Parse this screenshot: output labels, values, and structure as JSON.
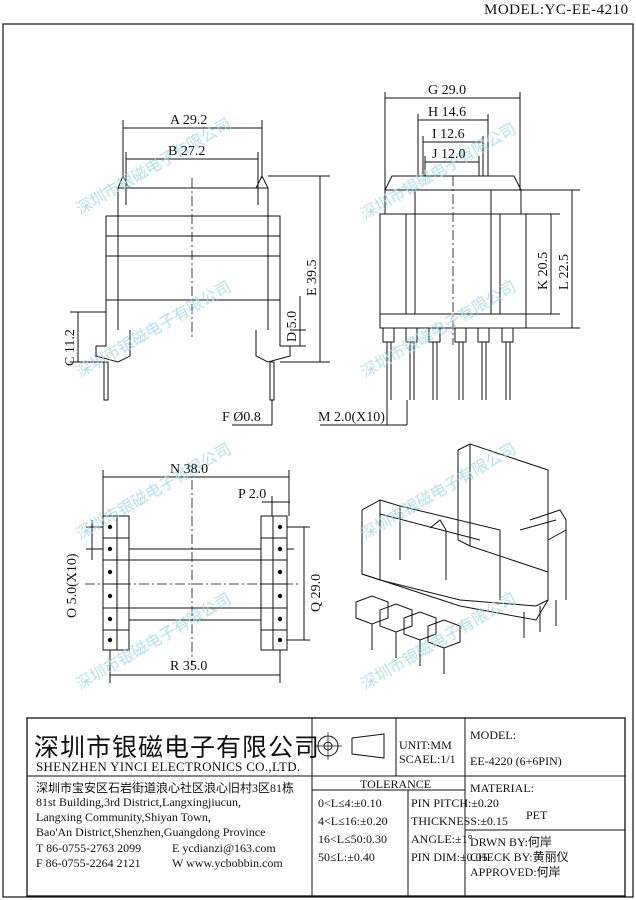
{
  "header": {
    "model": "MODEL:YC-EE-4210"
  },
  "dimensions": {
    "a": "A 29.2",
    "b": "B 27.2",
    "c": "C 11.2",
    "d": "D 5.0",
    "e": "E 39.5",
    "f": "F Ø0.8",
    "g": "G 29.0",
    "h": "H 14.6",
    "i": "I 12.6",
    "j": "J 12.0",
    "k": "K 20.5",
    "l": "L 22.5",
    "m": "M 2.0(X10)",
    "n": "N 38.0",
    "o": "O 5.0(X10)",
    "p": "P 2.0",
    "q": "Q 29.0",
    "r": "R 35.0"
  },
  "watermark": "深圳市银磁电子有限公司",
  "title_block": {
    "company_cn": "深圳市银磁电子有限公司",
    "company_en": "SHENZHEN YINCI ELECTRONICS CO.,LTD.",
    "address_cn": "深圳市宝安区石岩街道浪心社区浪心旧村3区81栋",
    "address_en_1": "81st Building,3rd District,Langxingjiucun,",
    "address_en_2": "Langxing Community,Shiyan Town,",
    "address_en_3": "Bao'An District,Shenzhen,Guangdong Province",
    "tel": "T 86-0755-2763 2099",
    "email": "E ycdianzi@163.com",
    "fax": "F 86-0755-2264 2121",
    "web": "W www.ycbobbin.com",
    "unit": "UNIT:MM",
    "scale": "SCAEL:1/1",
    "model_label": "MODEL:",
    "model_value": "EE-4220 (6+6PIN)",
    "tolerance_label": "TOLERANCE",
    "tolerances": [
      "0<L≤4:±0.10",
      "4<L≤16:±0.20",
      "16<L≤50:0.30",
      "50≤L:±0.40"
    ],
    "pin_tolerances": [
      "PIN PITCH:±0.20",
      "THICKNESS:±0.15",
      "ANGLE:±1°",
      "PIN DIM:±0.05"
    ],
    "material_label": "MATERIAL:",
    "material_value": "PET",
    "drawn_by": "DRWN BY:何岸",
    "check_by": "CHECK BY:黄丽仪",
    "approved": "APPROVED:何岸"
  }
}
